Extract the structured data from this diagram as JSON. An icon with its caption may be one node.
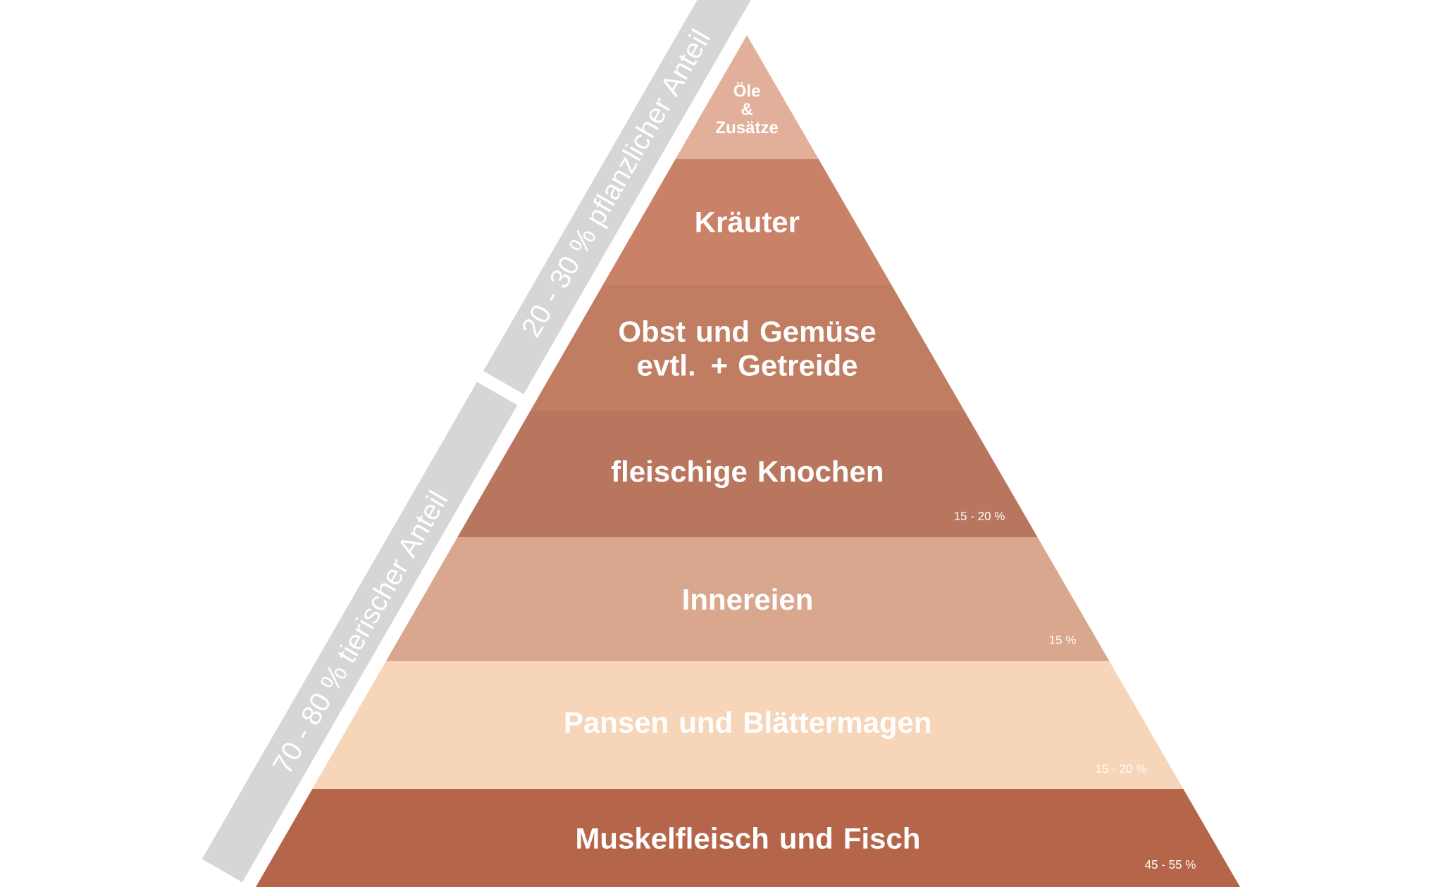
{
  "diagram": {
    "nodes": [
      {
        "text": [
          "Öle & Zusätze"
        ]
      },
      {
        "text": [
          "Kräuter"
        ]
      },
      {
        "text": [
          "Obst und Gemüse evtl. + Getreide"
        ]
      },
      {
        "text": [
          "fleischige Knochen",
          "15 - 20 %"
        ]
      },
      {
        "text": [
          "Innereien",
          "15 %"
        ]
      },
      {
        "text": [
          "Pansen und Blättermagen",
          "15 - 20 %"
        ]
      },
      {
        "text": [
          "Muskelfleisch und Fisch",
          "45 - 55 %"
        ]
      },
      {
        "text": [
          "20 - 30 % pflanzlicher Anteil"
        ]
      },
      {
        "text": [
          "70 - 80 % tierischer Anteil"
        ]
      }
    ]
  }
}
